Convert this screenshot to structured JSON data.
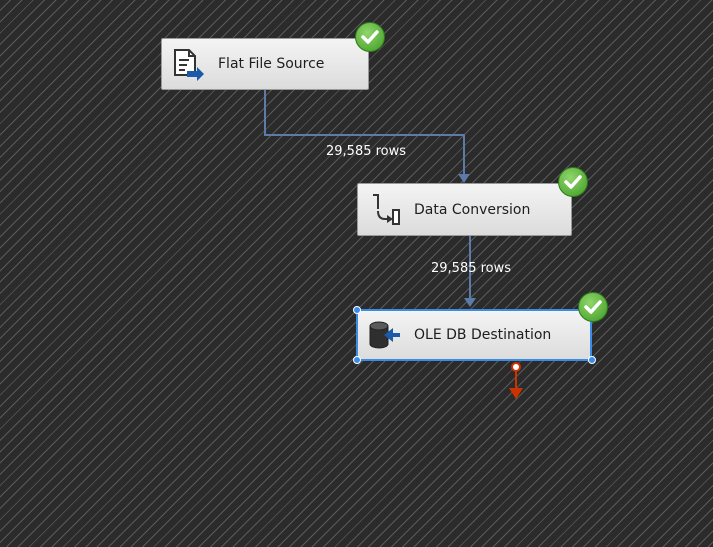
{
  "canvas": {
    "components": [
      {
        "id": "flat-file-source",
        "label": "Flat File Source",
        "icon": "flat-file-source-icon",
        "status": "success",
        "selected": false
      },
      {
        "id": "data-conversion",
        "label": "Data Conversion",
        "icon": "data-conversion-icon",
        "status": "success",
        "selected": false
      },
      {
        "id": "ole-db-destination",
        "label": "OLE DB Destination",
        "icon": "ole-db-destination-icon",
        "status": "success",
        "selected": true
      }
    ],
    "paths": [
      {
        "from": "flat-file-source",
        "to": "data-conversion",
        "label": "29,585 rows"
      },
      {
        "from": "data-conversion",
        "to": "ole-db-destination",
        "label": "29,585 rows"
      }
    ],
    "error_output": {
      "icon": "error-output-arrow-icon",
      "color": "#cc3300"
    }
  },
  "colors": {
    "path": "#5b7ba8",
    "selection": "#3b8ce6",
    "success": "#4caf2f",
    "error": "#cc3300"
  }
}
